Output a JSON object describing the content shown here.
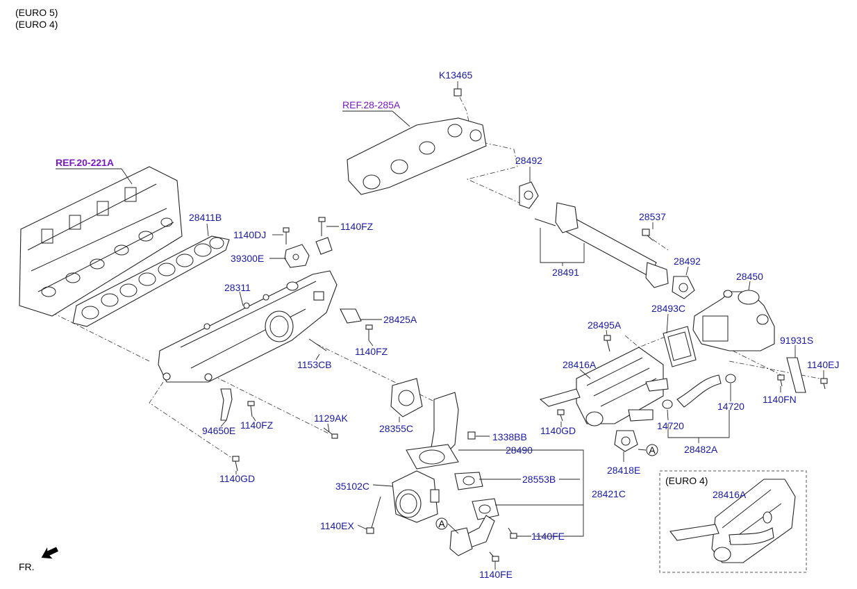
{
  "header": {
    "line1": "(EURO 5)",
    "line2": "(EURO 4)"
  },
  "refs": {
    "ref_20_221A": "REF.20-221A",
    "ref_28_285A": "REF.28-285A"
  },
  "labels": {
    "k13465": "K13465",
    "p28492a": "28492",
    "p28411b": "28411B",
    "p1140dj": "1140DJ",
    "p1140fz_top": "1140FZ",
    "p39300e": "39300E",
    "p28311": "28311",
    "p28425a": "28425A",
    "p1140fz_mid": "1140FZ",
    "p1153cb": "1153CB",
    "p28537": "28537",
    "p28491": "28491",
    "p28492b": "28492",
    "p28450": "28450",
    "p28493c": "28493C",
    "p28495a": "28495A",
    "p91931s": "91931S",
    "p28416a": "28416A",
    "p1140ej": "1140EJ",
    "p1140fn": "1140FN",
    "p14720a": "14720",
    "p14720b": "14720",
    "p1140gd_r": "1140GD",
    "p28482a": "28482A",
    "p28418e": "28418E",
    "p94650e": "94650E",
    "p1140fz_low": "1140FZ",
    "p1129ak": "1129AK",
    "p28355c": "28355C",
    "p1338bb": "1338BB",
    "p28490": "28490",
    "p1140gd_l": "1140GD",
    "p35102c": "35102C",
    "p28553b": "28553B",
    "p28421c": "28421C",
    "p1140ex": "1140EX",
    "p1140fe_a": "1140FE",
    "p1140fe_b": "1140FE",
    "p28416a_euro4": "28416A",
    "circle_a1": "A",
    "circle_a2": "A"
  },
  "inset": {
    "title": "(EURO 4)"
  },
  "front": {
    "label": "FR."
  }
}
